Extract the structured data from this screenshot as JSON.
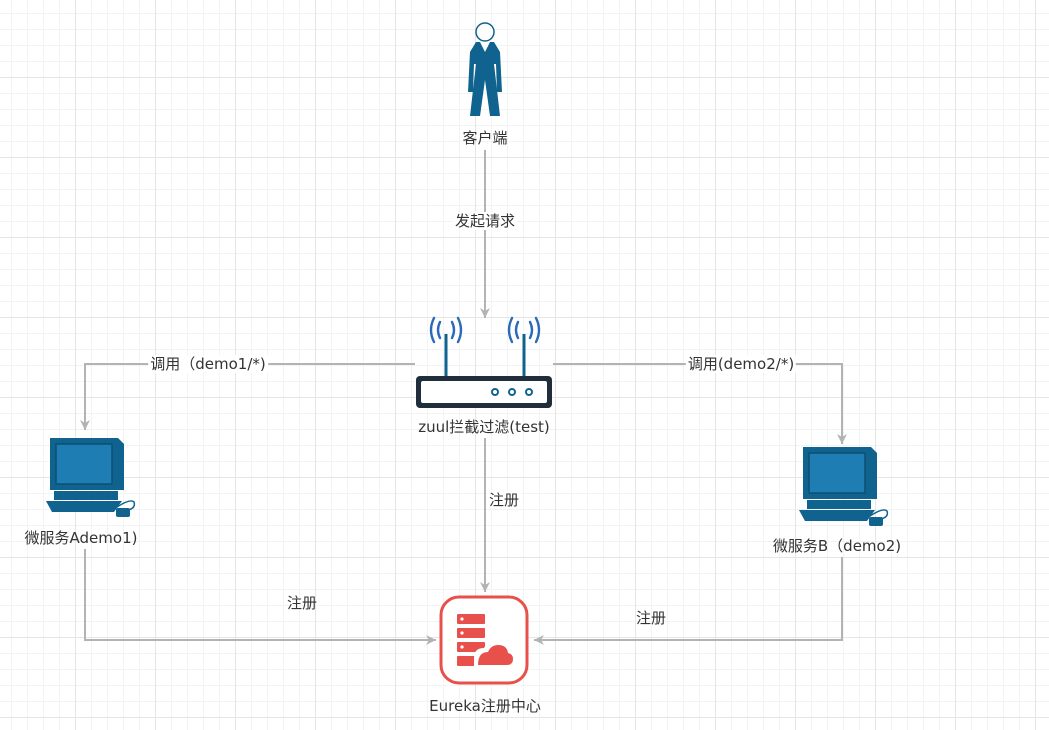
{
  "nodes": {
    "client": {
      "label": "客户端",
      "icon": "user-icon"
    },
    "gateway": {
      "label": "zuul拦截过滤(test)",
      "icon": "wireless-router-icon"
    },
    "service_a": {
      "label": "微服务Ademo1)",
      "icon": "computer-icon"
    },
    "service_b": {
      "label": "微服务B（demo2)",
      "icon": "computer-icon"
    },
    "registry": {
      "label": "Eureka注册中心",
      "icon": "server-cloud-icon"
    }
  },
  "edges": {
    "client_to_gateway": "发起请求",
    "gateway_to_a": "调用（demo1/*)",
    "gateway_to_b": "调用(demo2/*)",
    "gateway_to_registry": "注册",
    "a_to_registry": "注册",
    "b_to_registry": "注册"
  },
  "colors": {
    "icon_blue": "#10628f",
    "arrow_gray": "#b3b3b3",
    "eureka_red": "#e8514b",
    "wifi_blue": "#2b6ab7"
  }
}
